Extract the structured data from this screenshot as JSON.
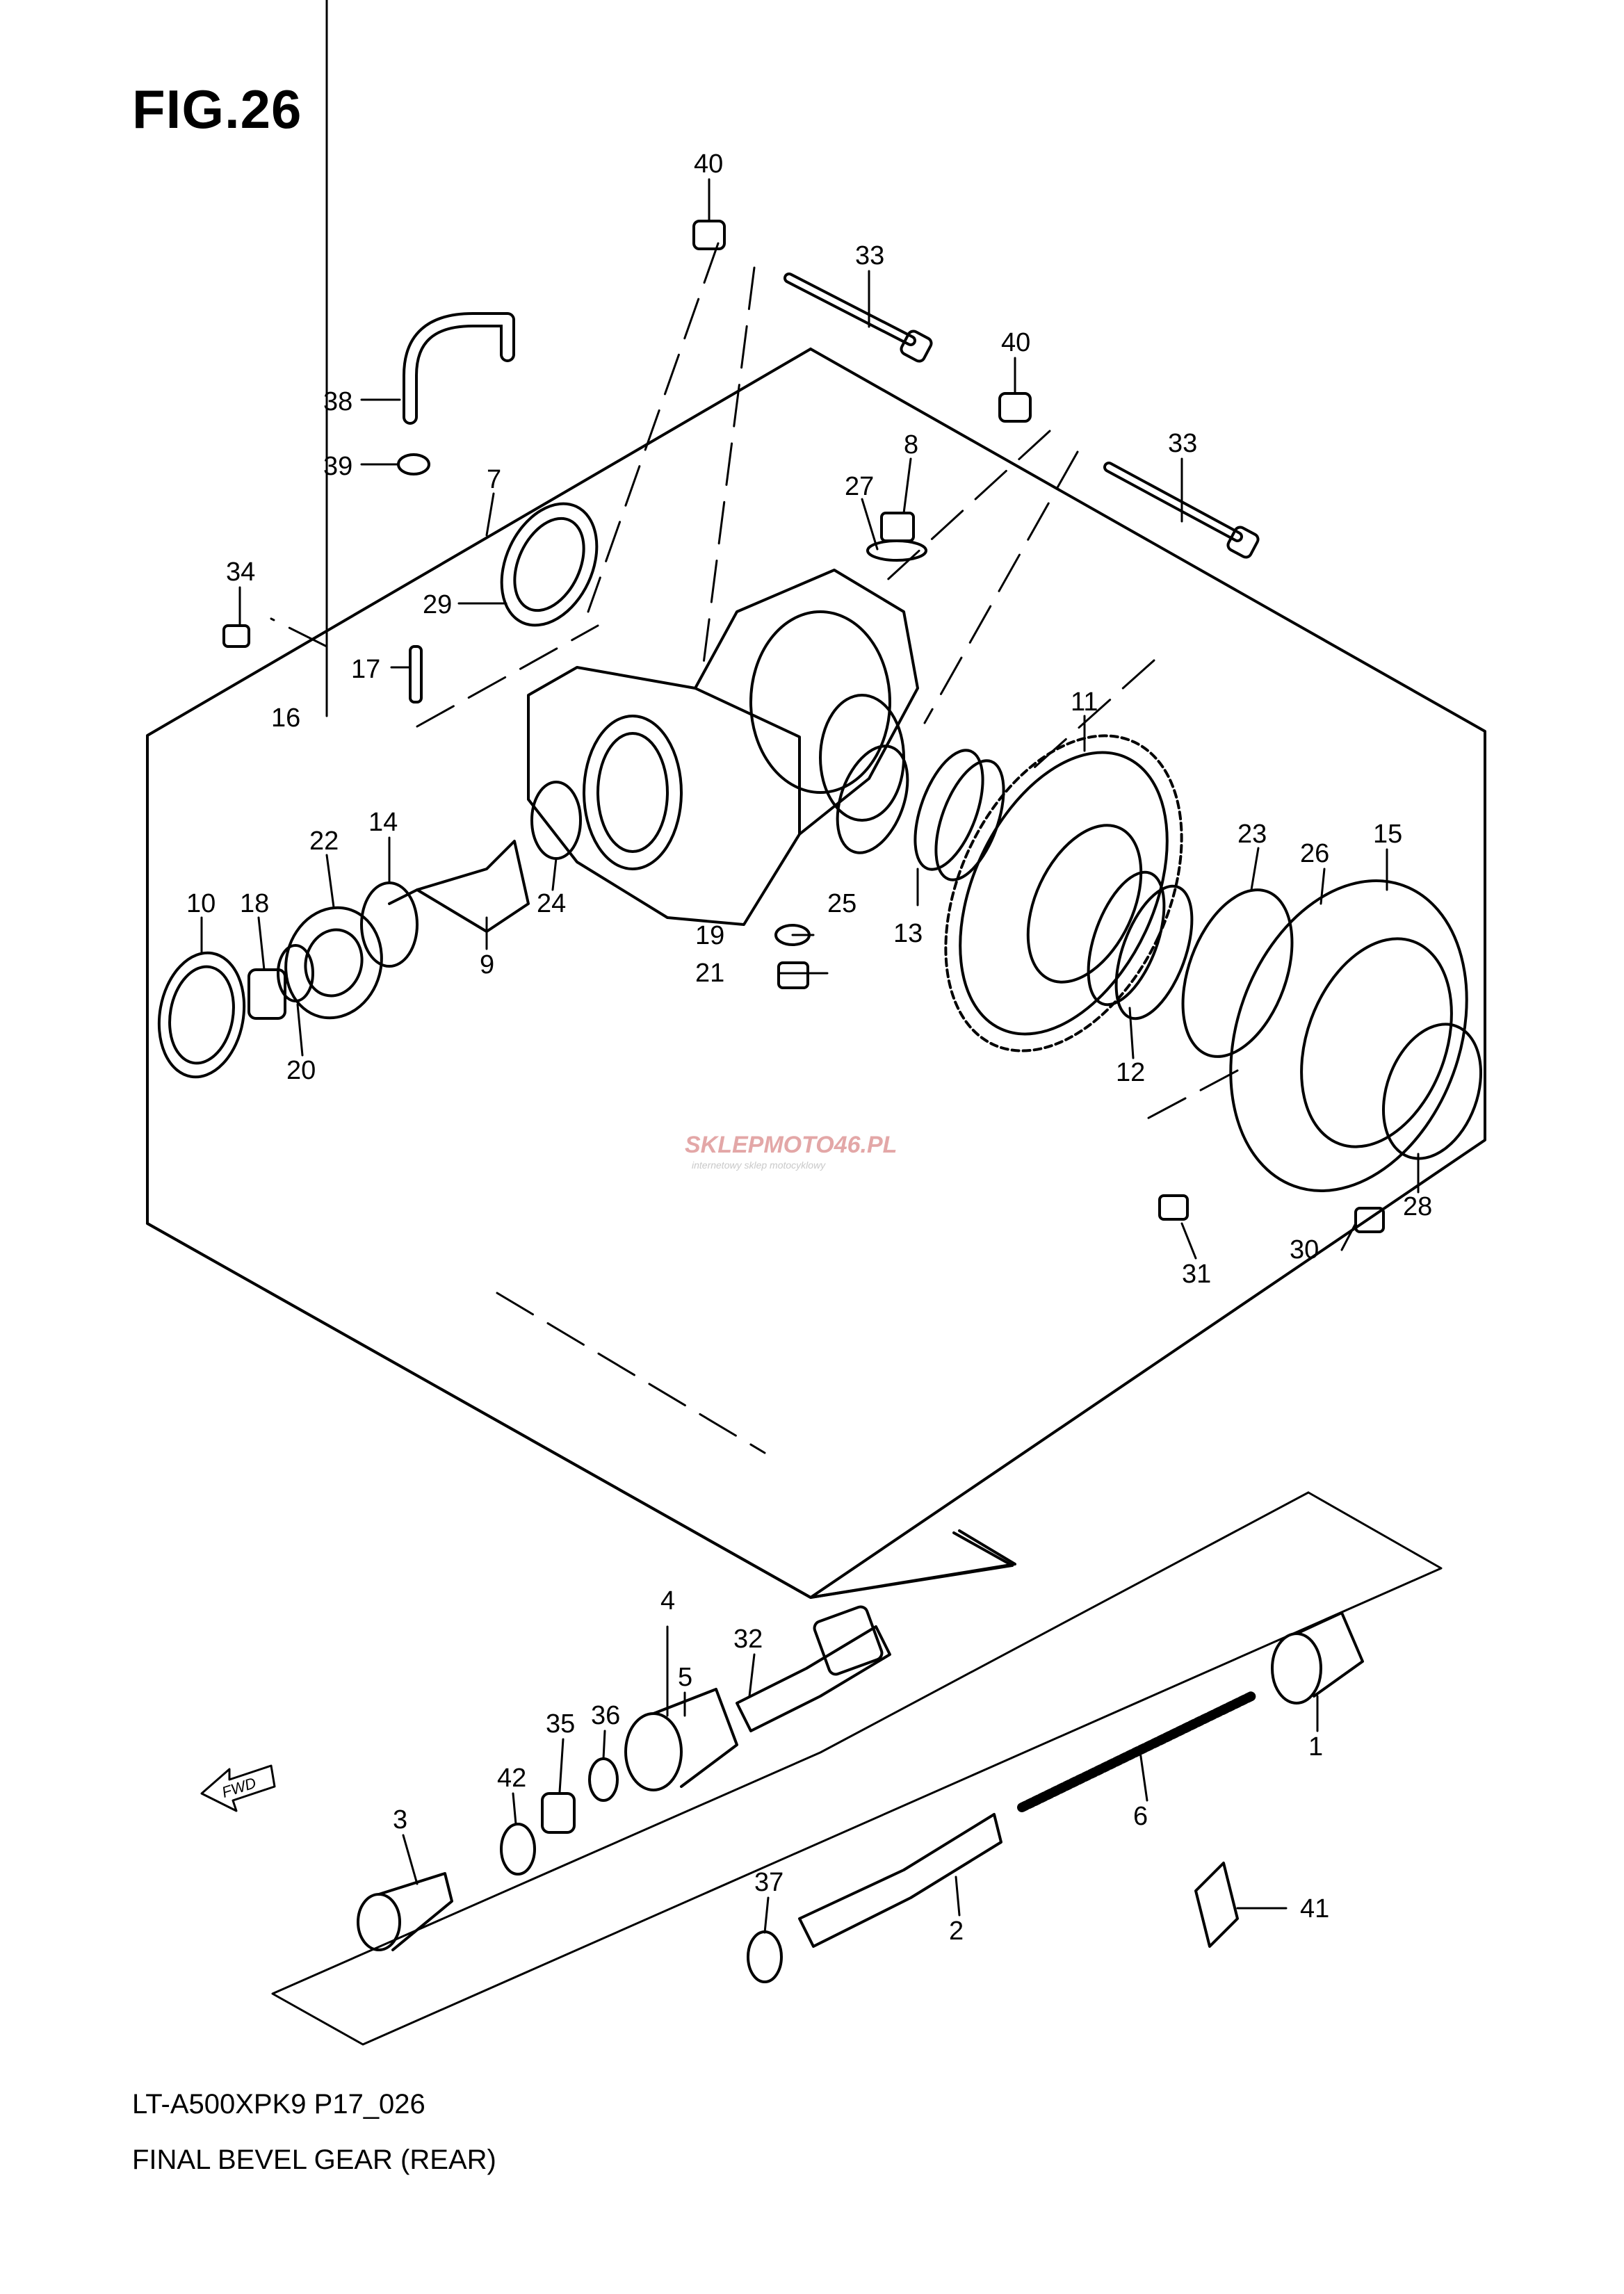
{
  "figure": {
    "title": "FIG.26",
    "model_code": "LT-A500XPK9 P17_026",
    "section_name": "FINAL BEVEL GEAR (REAR)"
  },
  "watermark": {
    "text": "SKLEPMOTO46.PL",
    "subtext": "internetowy sklep motocyklowy"
  },
  "fwd_label": "FWD",
  "callouts": [
    {
      "id": "40a",
      "label": "40"
    },
    {
      "id": "33a",
      "label": "33"
    },
    {
      "id": "40b",
      "label": "40"
    },
    {
      "id": "33b",
      "label": "33"
    },
    {
      "id": "38",
      "label": "38"
    },
    {
      "id": "39",
      "label": "39"
    },
    {
      "id": "7",
      "label": "7"
    },
    {
      "id": "8",
      "label": "8"
    },
    {
      "id": "27",
      "label": "27"
    },
    {
      "id": "34",
      "label": "34"
    },
    {
      "id": "29",
      "label": "29"
    },
    {
      "id": "17",
      "label": "17"
    },
    {
      "id": "16",
      "label": "16"
    },
    {
      "id": "11",
      "label": "11"
    },
    {
      "id": "14",
      "label": "14"
    },
    {
      "id": "22",
      "label": "22"
    },
    {
      "id": "10",
      "label": "10"
    },
    {
      "id": "18",
      "label": "18"
    },
    {
      "id": "24",
      "label": "24"
    },
    {
      "id": "9",
      "label": "9"
    },
    {
      "id": "20",
      "label": "20"
    },
    {
      "id": "25",
      "label": "25"
    },
    {
      "id": "13",
      "label": "13"
    },
    {
      "id": "19",
      "label": "19"
    },
    {
      "id": "21",
      "label": "21"
    },
    {
      "id": "23",
      "label": "23"
    },
    {
      "id": "26",
      "label": "26"
    },
    {
      "id": "15",
      "label": "15"
    },
    {
      "id": "12",
      "label": "12"
    },
    {
      "id": "28",
      "label": "28"
    },
    {
      "id": "31",
      "label": "31"
    },
    {
      "id": "30",
      "label": "30"
    },
    {
      "id": "4",
      "label": "4"
    },
    {
      "id": "5",
      "label": "5"
    },
    {
      "id": "32",
      "label": "32"
    },
    {
      "id": "36",
      "label": "36"
    },
    {
      "id": "35",
      "label": "35"
    },
    {
      "id": "42",
      "label": "42"
    },
    {
      "id": "3",
      "label": "3"
    },
    {
      "id": "1",
      "label": "1"
    },
    {
      "id": "6",
      "label": "6"
    },
    {
      "id": "37",
      "label": "37"
    },
    {
      "id": "2",
      "label": "2"
    },
    {
      "id": "41",
      "label": "41"
    }
  ]
}
